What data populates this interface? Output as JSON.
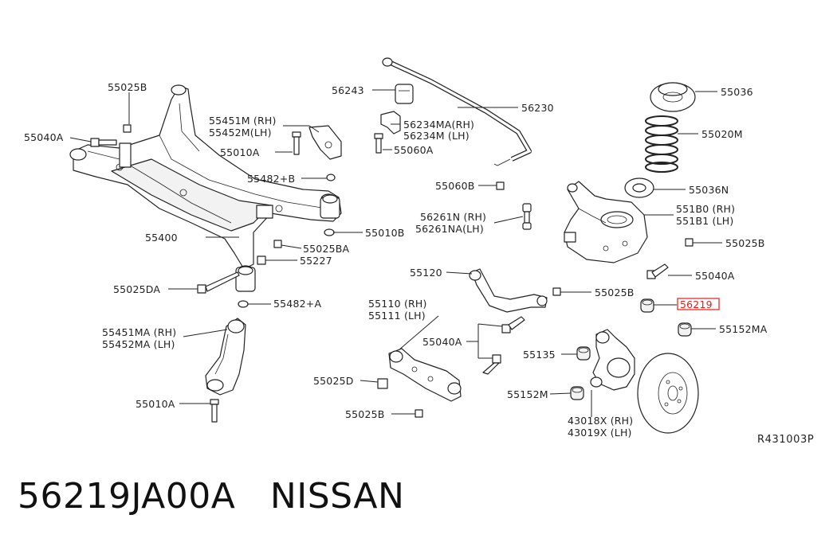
{
  "diagram": {
    "labels": {
      "l55025b_1": "55025B",
      "l55040a_1": "55040A",
      "l55451m": "55451M (RH)",
      "l55452m": "55452M(LH)",
      "l55010a_1": "55010A",
      "l55482b": "55482+B",
      "l55010b": "55010B",
      "l55400": "55400",
      "l55025ba": "55025BA",
      "l55227": "55227",
      "l55025da": "55025DA",
      "l55482a": "55482+A",
      "l55451ma": "55451MA (RH)",
      "l55452ma": "55452MA (LH)",
      "l55010a_2": "55010A",
      "l56243": "56243",
      "l56230": "56230",
      "l56234ma": "56234MA(RH)",
      "l56234m": "56234M (LH)",
      "l55060a": "55060A",
      "l55060b": "55060B",
      "l56261n": "56261N (RH)",
      "l56261na": "56261NA(LH)",
      "l55120": "55120",
      "l55025b_2": "55025B",
      "l55110": "55110 (RH)",
      "l55111": "55111 (LH)",
      "l55040a_2": "55040A",
      "l55025d": "55025D",
      "l55025b_3": "55025B",
      "l55036": "55036",
      "l55020m": "55020M",
      "l55036n": "55036N",
      "l551b0": "551B0 (RH)",
      "l551b1": "551B1 (LH)",
      "l55025b_4": "55025B",
      "l55040a_3": "55040A",
      "l56219": "56219",
      "l55152ma": "55152MA",
      "l55135": "55135",
      "l55152m": "55152M",
      "l43018x": "43018X (RH)",
      "l43019x": "43019X (LH)"
    },
    "reference": "R431003P",
    "highlight_color": "#e0201b"
  },
  "footer": {
    "part_number": "56219JA00A",
    "brand": "NISSAN"
  }
}
